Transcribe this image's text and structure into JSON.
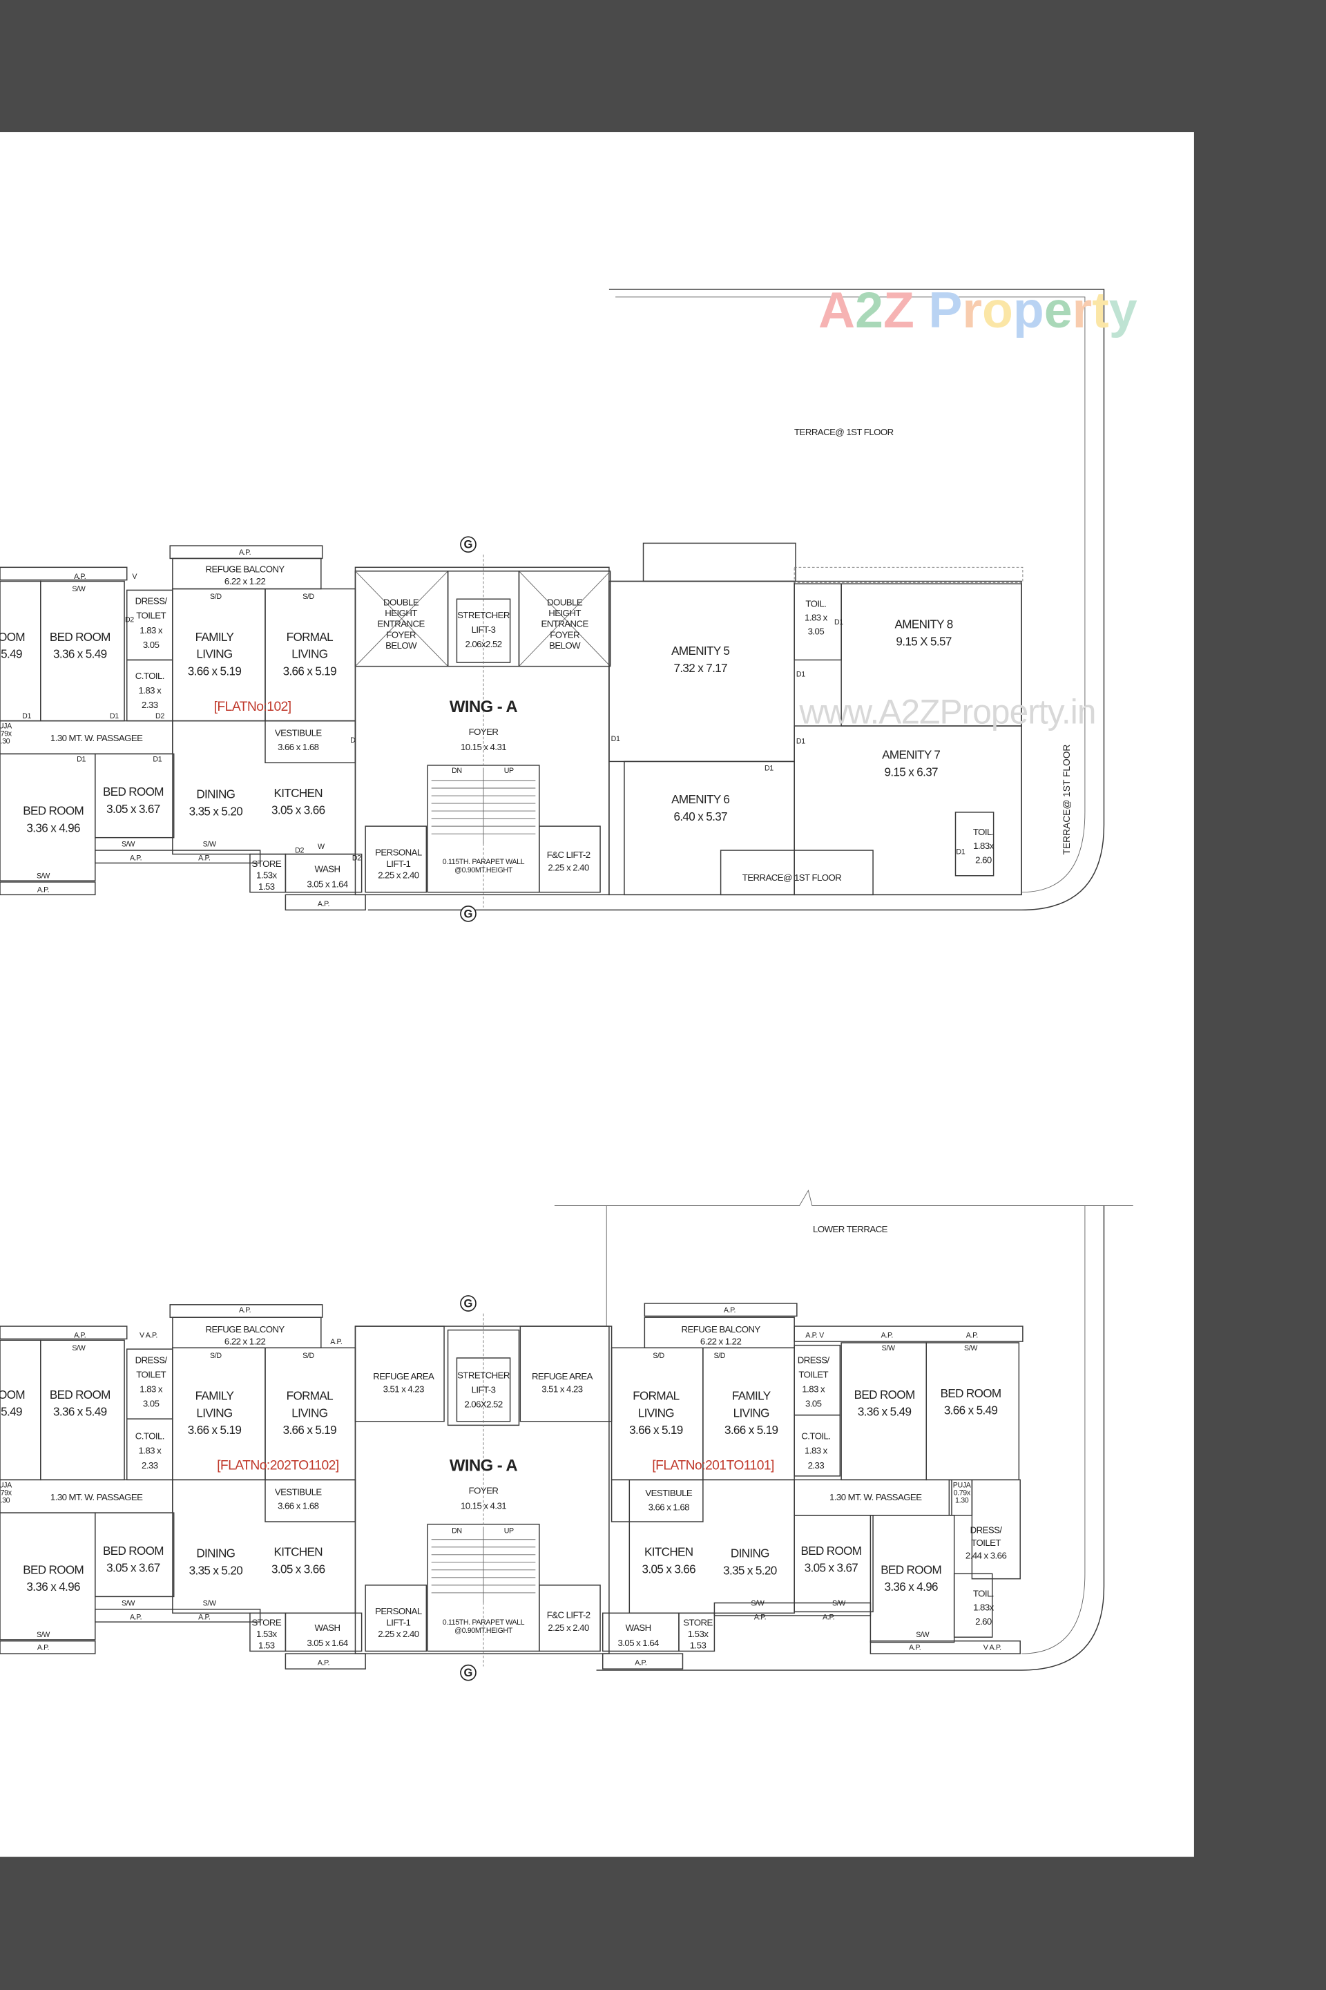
{
  "viewer": {
    "background": "#4a4a4a",
    "paper": "#ffffff",
    "flat_label_color": "#c0392b"
  },
  "watermarks": {
    "logo_text": "A2Z Property",
    "logo_parts": [
      {
        "text": "A",
        "color": "#f6b3b3"
      },
      {
        "text": "2",
        "color": "#a9d8b8"
      },
      {
        "text": "Z",
        "color": "#f6b3b3"
      },
      {
        "text": " P",
        "color": "#b9d3f3"
      },
      {
        "text": "r",
        "color": "#f8ccae"
      },
      {
        "text": "o",
        "color": "#fbe6a6"
      },
      {
        "text": "p",
        "color": "#b9d3f3"
      },
      {
        "text": "e",
        "color": "#a9d8b8"
      },
      {
        "text": "r",
        "color": "#f8ccae"
      },
      {
        "text": "t",
        "color": "#fbe6a6"
      },
      {
        "text": "y",
        "color": "#bfe3d3"
      }
    ],
    "url": "www.A2ZProperty.in"
  },
  "upper_plan": {
    "labels": [
      {
        "id": "u1",
        "lines": [
          "A.P."
        ]
      },
      {
        "id": "u2",
        "lines": [
          "S/W"
        ]
      },
      {
        "id": "u3",
        "lines": [
          "V"
        ]
      },
      {
        "id": "u4",
        "lines": [
          "OOM",
          "5.49"
        ]
      },
      {
        "id": "u5",
        "lines": [
          "BED ROOM",
          "3.36 x 5.49"
        ]
      },
      {
        "id": "u6",
        "lines": [
          "DRESS/",
          "TOILET",
          "1.83 x",
          "3.05"
        ]
      },
      {
        "id": "u7",
        "lines": [
          "C.TOIL.",
          "1.83 x",
          "2.33"
        ]
      },
      {
        "id": "u8",
        "lines": [
          "A.P."
        ]
      },
      {
        "id": "u9",
        "lines": [
          "REFUGE BALCONY",
          "6.22 x 1.22"
        ]
      },
      {
        "id": "u10",
        "lines": [
          "S/D"
        ]
      },
      {
        "id": "u11",
        "lines": [
          "S/D"
        ]
      },
      {
        "id": "u12",
        "lines": [
          "FAMILY",
          "LIVING",
          "3.66 x 5.19"
        ]
      },
      {
        "id": "u13",
        "lines": [
          "FORMAL",
          "LIVING",
          "3.66 x 5.19"
        ]
      },
      {
        "id": "u14",
        "lines": [
          "[FLATNo:102]"
        ]
      },
      {
        "id": "u15",
        "lines": [
          "1.30  MT.  W.  PASSAGEE"
        ]
      },
      {
        "id": "u16",
        "lines": [
          "VESTIBULE",
          "3.66 x 1.68"
        ]
      },
      {
        "id": "u17",
        "lines": [
          "BED ROOM",
          "3.05 x 3.67"
        ]
      },
      {
        "id": "u18",
        "lines": [
          "BED ROOM",
          "3.36 x 4.96"
        ]
      },
      {
        "id": "u19",
        "lines": [
          "DINING",
          "3.35 x 5.20"
        ]
      },
      {
        "id": "u20",
        "lines": [
          "KITCHEN",
          "3.05 x 3.66"
        ]
      },
      {
        "id": "u21",
        "lines": [
          "S/W"
        ]
      },
      {
        "id": "u22",
        "lines": [
          "S/W"
        ]
      },
      {
        "id": "u23",
        "lines": [
          "A.P."
        ]
      },
      {
        "id": "u24",
        "lines": [
          "A.P."
        ]
      },
      {
        "id": "u25",
        "lines": [
          "S/W"
        ]
      },
      {
        "id": "u26",
        "lines": [
          "A.P."
        ]
      },
      {
        "id": "u27",
        "lines": [
          "STORE",
          "1.53x",
          "1.53"
        ]
      },
      {
        "id": "u28",
        "lines": [
          "WASH",
          "3.05 x 1.64"
        ]
      },
      {
        "id": "u29",
        "lines": [
          "A.P."
        ]
      },
      {
        "id": "u30",
        "lines": [
          "DOUBLE",
          "HEIGHT",
          "ENTRANCE",
          "FOYER",
          "BELOW"
        ]
      },
      {
        "id": "u31",
        "lines": [
          "DOUBLE",
          "HEIGHT",
          "ENTRANCE",
          "FOYER",
          "BELOW"
        ]
      },
      {
        "id": "u32",
        "lines": [
          "STRETCHER",
          "LIFT-3",
          "2.06x2.52"
        ]
      },
      {
        "id": "u33",
        "lines": [
          "WING - A"
        ]
      },
      {
        "id": "u34",
        "lines": [
          "FOYER",
          "10.15 x 4.31"
        ]
      },
      {
        "id": "u35",
        "lines": [
          "DN"
        ]
      },
      {
        "id": "u36",
        "lines": [
          "UP"
        ]
      },
      {
        "id": "u37",
        "lines": [
          "PERSONAL",
          "LIFT-1",
          "2.25 x 2.40"
        ]
      },
      {
        "id": "u38",
        "lines": [
          "0.115TH. PARAPET WALL",
          "@0.90MT.HEIGHT"
        ]
      },
      {
        "id": "u39",
        "lines": [
          "F&C LIFT-2",
          "2.25 x 2.40"
        ]
      },
      {
        "id": "u40",
        "lines": [
          "TERRACE@ 1ST FLOOR"
        ]
      },
      {
        "id": "u41",
        "lines": [
          "AMENITY 5",
          "7.32 x 7.17"
        ]
      },
      {
        "id": "u42",
        "lines": [
          "TOIL.",
          "1.83 x",
          "3.05"
        ]
      },
      {
        "id": "u43",
        "lines": [
          "AMENITY 8",
          "9.15 X 5.57"
        ]
      },
      {
        "id": "u44",
        "lines": [
          "AMENITY 7",
          "9.15 x 6.37"
        ]
      },
      {
        "id": "u45",
        "lines": [
          "AMENITY 6",
          "6.40 x 5.37"
        ]
      },
      {
        "id": "u46",
        "lines": [
          "TOIL.",
          "1.83x",
          "2.60"
        ]
      },
      {
        "id": "u47",
        "lines": [
          "TERRACE@ 1ST FLOOR"
        ]
      },
      {
        "id": "u48",
        "lines": [
          "TERRACE@ 1ST FLOOR"
        ]
      },
      {
        "id": "u49",
        "lines": [
          "D1"
        ]
      },
      {
        "id": "u50",
        "lines": [
          "D1"
        ]
      },
      {
        "id": "u51",
        "lines": [
          "D2"
        ]
      },
      {
        "id": "u52",
        "lines": [
          "D2"
        ]
      },
      {
        "id": "u53",
        "lines": [
          "D"
        ]
      },
      {
        "id": "u54",
        "lines": [
          "D1"
        ]
      },
      {
        "id": "u55",
        "lines": [
          "D1"
        ]
      },
      {
        "id": "u56",
        "lines": [
          "D2"
        ]
      },
      {
        "id": "u57",
        "lines": [
          "W"
        ]
      },
      {
        "id": "u58",
        "lines": [
          "D2"
        ]
      },
      {
        "id": "u59",
        "lines": [
          "D1"
        ]
      },
      {
        "id": "u60",
        "lines": [
          "D1"
        ]
      },
      {
        "id": "u61",
        "lines": [
          "D1"
        ]
      },
      {
        "id": "u62",
        "lines": [
          "D1"
        ]
      },
      {
        "id": "u63",
        "lines": [
          "D1"
        ]
      },
      {
        "id": "u64",
        "lines": [
          "D1"
        ]
      },
      {
        "id": "u65",
        "lines": [
          "G"
        ]
      },
      {
        "id": "u66",
        "lines": [
          "G"
        ]
      },
      {
        "id": "u67",
        "lines": [
          "UJA",
          ".79x",
          ".30"
        ]
      }
    ]
  },
  "lower_plan": {
    "labels": [
      {
        "id": "l1",
        "lines": [
          "A.P."
        ]
      },
      {
        "id": "l2",
        "lines": [
          "V  A.P."
        ]
      },
      {
        "id": "l3",
        "lines": [
          "S/W"
        ]
      },
      {
        "id": "l4",
        "lines": [
          "OOM",
          "5.49"
        ]
      },
      {
        "id": "l5",
        "lines": [
          "BED ROOM",
          "3.36 x 5.49"
        ]
      },
      {
        "id": "l6",
        "lines": [
          "DRESS/",
          "TOILET",
          "1.83 x",
          "3.05"
        ]
      },
      {
        "id": "l7",
        "lines": [
          "C.TOIL.",
          "1.83 x",
          "2.33"
        ]
      },
      {
        "id": "l8",
        "lines": [
          "A.P."
        ]
      },
      {
        "id": "l9",
        "lines": [
          "REFUGE BALCONY",
          "6.22 x 1.22"
        ]
      },
      {
        "id": "l10",
        "lines": [
          "A.P."
        ]
      },
      {
        "id": "l11",
        "lines": [
          "S/D"
        ]
      },
      {
        "id": "l12",
        "lines": [
          "S/D"
        ]
      },
      {
        "id": "l13",
        "lines": [
          "FAMILY",
          "LIVING",
          "3.66 x 5.19"
        ]
      },
      {
        "id": "l14",
        "lines": [
          "FORMAL",
          "LIVING",
          "3.66 x 5.19"
        ]
      },
      {
        "id": "l15",
        "lines": [
          "[FLATNo:202TO1102]"
        ]
      },
      {
        "id": "l16",
        "lines": [
          "1.30  MT.  W.  PASSAGEE"
        ]
      },
      {
        "id": "l17",
        "lines": [
          "UJA",
          ".79x",
          ".30"
        ]
      },
      {
        "id": "l18",
        "lines": [
          "VESTIBULE",
          "3.66 x 1.68"
        ]
      },
      {
        "id": "l19",
        "lines": [
          "BED ROOM",
          "3.05 x 3.67"
        ]
      },
      {
        "id": "l20",
        "lines": [
          "BED ROOM",
          "3.36 x 4.96"
        ]
      },
      {
        "id": "l21",
        "lines": [
          "DINING",
          "3.35 x 5.20"
        ]
      },
      {
        "id": "l22",
        "lines": [
          "KITCHEN",
          "3.05 x 3.66"
        ]
      },
      {
        "id": "l23",
        "lines": [
          "S/W"
        ]
      },
      {
        "id": "l24",
        "lines": [
          "S/W"
        ]
      },
      {
        "id": "l25",
        "lines": [
          "A.P."
        ]
      },
      {
        "id": "l26",
        "lines": [
          "A.P."
        ]
      },
      {
        "id": "l27",
        "lines": [
          "S/W"
        ]
      },
      {
        "id": "l28",
        "lines": [
          "A.P."
        ]
      },
      {
        "id": "l29",
        "lines": [
          "STORE",
          "1.53x",
          "1.53"
        ]
      },
      {
        "id": "l30",
        "lines": [
          "WASH",
          "3.05 x 1.64"
        ]
      },
      {
        "id": "l31",
        "lines": [
          "A.P."
        ]
      },
      {
        "id": "l32",
        "lines": [
          "REFUGE  AREA",
          "3.51 x 4.23"
        ]
      },
      {
        "id": "l33",
        "lines": [
          "REFUGE  AREA",
          "3.51 x 4.23"
        ]
      },
      {
        "id": "l34",
        "lines": [
          "STRETCHER",
          "LIFT-3",
          "2.06X2.52"
        ]
      },
      {
        "id": "l35",
        "lines": [
          "WING - A"
        ]
      },
      {
        "id": "l36",
        "lines": [
          "FOYER",
          "10.15 x 4.31"
        ]
      },
      {
        "id": "l37",
        "lines": [
          "DN"
        ]
      },
      {
        "id": "l38",
        "lines": [
          "UP"
        ]
      },
      {
        "id": "l39",
        "lines": [
          "PERSONAL",
          "LIFT-1",
          "2.25 x 2.40"
        ]
      },
      {
        "id": "l40",
        "lines": [
          "0.115TH. PARAPET WALL",
          "@0.90MT.HEIGHT"
        ]
      },
      {
        "id": "l41",
        "lines": [
          "F&C LIFT-2",
          "2.25 x 2.40"
        ]
      },
      {
        "id": "l42",
        "lines": [
          "G"
        ]
      },
      {
        "id": "l43",
        "lines": [
          "G"
        ]
      },
      {
        "id": "l44",
        "lines": [
          "LOWER  TERRACE"
        ]
      },
      {
        "id": "l45",
        "lines": [
          "A.P."
        ]
      },
      {
        "id": "l46",
        "lines": [
          "REFUGE BALCONY",
          "6.22 x 1.22"
        ]
      },
      {
        "id": "l47",
        "lines": [
          "A.P.  V"
        ]
      },
      {
        "id": "l48",
        "lines": [
          "A.P."
        ]
      },
      {
        "id": "l49",
        "lines": [
          "A.P."
        ]
      },
      {
        "id": "l50",
        "lines": [
          "S/W"
        ]
      },
      {
        "id": "l51",
        "lines": [
          "S/W"
        ]
      },
      {
        "id": "l52",
        "lines": [
          "S/D"
        ]
      },
      {
        "id": "l53",
        "lines": [
          "S/D"
        ]
      },
      {
        "id": "l54",
        "lines": [
          "FORMAL",
          "LIVING",
          "3.66 x 5.19"
        ]
      },
      {
        "id": "l55",
        "lines": [
          "FAMILY",
          "LIVING",
          "3.66 x 5.19"
        ]
      },
      {
        "id": "l56",
        "lines": [
          "DRESS/",
          "TOILET",
          "1.83 x",
          "3.05"
        ]
      },
      {
        "id": "l57",
        "lines": [
          "BED ROOM",
          "3.36 x 5.49"
        ]
      },
      {
        "id": "l58",
        "lines": [
          "BED ROOM",
          "3.66 x 5.49"
        ]
      },
      {
        "id": "l59",
        "lines": [
          "C.TOIL.",
          "1.83 x",
          "2.33"
        ]
      },
      {
        "id": "l60",
        "lines": [
          "[FLATNo:201TO1101]"
        ]
      },
      {
        "id": "l61",
        "lines": [
          "VESTIBULE",
          "3.66 x 1.68"
        ]
      },
      {
        "id": "l62",
        "lines": [
          "1.30  MT.  W.  PASSAGEE"
        ]
      },
      {
        "id": "l63",
        "lines": [
          "PUJA",
          "0.79x",
          "1.30"
        ]
      },
      {
        "id": "l64",
        "lines": [
          "DRESS/",
          "TOILET",
          "2.44 x 3.66"
        ]
      },
      {
        "id": "l65",
        "lines": [
          "KITCHEN",
          "3.05 x 3.66"
        ]
      },
      {
        "id": "l66",
        "lines": [
          "DINING",
          "3.35 x 5.20"
        ]
      },
      {
        "id": "l67",
        "lines": [
          "BED ROOM",
          "3.05 x 3.67"
        ]
      },
      {
        "id": "l68",
        "lines": [
          "BED ROOM",
          "3.36 x 4.96"
        ]
      },
      {
        "id": "l69",
        "lines": [
          "TOIL.",
          "1.83x",
          "2.60"
        ]
      },
      {
        "id": "l70",
        "lines": [
          "S/W"
        ]
      },
      {
        "id": "l71",
        "lines": [
          "S/W"
        ]
      },
      {
        "id": "l72",
        "lines": [
          "A.P."
        ]
      },
      {
        "id": "l73",
        "lines": [
          "A.P."
        ]
      },
      {
        "id": "l74",
        "lines": [
          "WASH",
          "3.05 x 1.64"
        ]
      },
      {
        "id": "l75",
        "lines": [
          "STORE",
          "1.53x",
          "1.53"
        ]
      },
      {
        "id": "l76",
        "lines": [
          "A.P."
        ]
      },
      {
        "id": "l77",
        "lines": [
          "S/W"
        ]
      },
      {
        "id": "l78",
        "lines": [
          "A.P."
        ]
      },
      {
        "id": "l79",
        "lines": [
          "V  A.P."
        ]
      }
    ]
  }
}
